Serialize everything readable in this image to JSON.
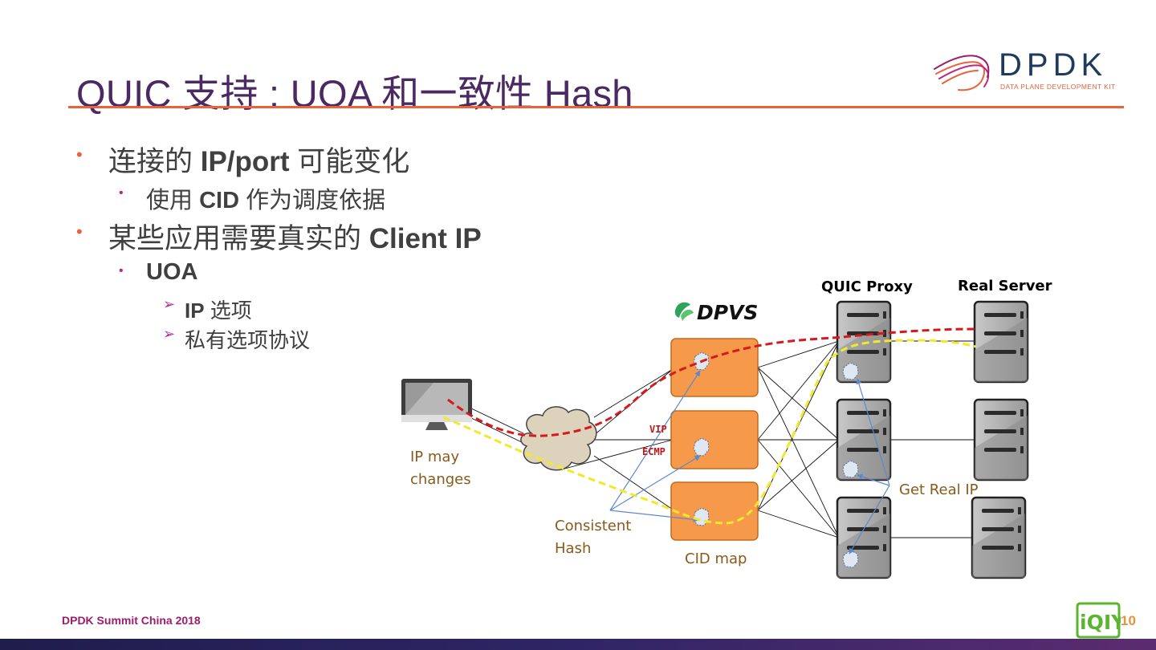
{
  "slide": {
    "title": "QUIC 支持 : UOA  和一致性 Hash",
    "bullets": {
      "b1_pre": "连接的 ",
      "b1_bold": "IP/port",
      "b1_post": " 可能变化",
      "b1a_pre": "使用 ",
      "b1a_bold": "CID",
      "b1a_post": " 作为调度依据",
      "b2_pre": "某些应用需要真实的 ",
      "b2_bold": "Client IP",
      "b2a_bold": "UOA",
      "b2a1_bold": "IP",
      "b2a1_post": " 选项",
      "b2a2": "私有选项协议"
    },
    "footer": "DPDK Summit China 2018",
    "page_number": "10"
  },
  "logo": {
    "name": "DPDK",
    "tagline": "DATA PLANE DEVELOPMENT KIT"
  },
  "diagram": {
    "dpvs_label": "DPVS",
    "col_quic_proxy": "QUIC Proxy",
    "col_real_server": "Real Server",
    "client_label_1": "IP may",
    "client_label_2": "changes",
    "vip_label": "VIP",
    "ecmp_label": "ECMP",
    "consistent_hash_1": "Consistent",
    "consistent_hash_2": "Hash",
    "cid_map": "CID map",
    "get_real_ip": "Get Real IP"
  },
  "colors": {
    "title": "#4b2a63",
    "accent_rule": "#e8623a",
    "dpvs_box": "#f7994a",
    "path_red": "#d7191c",
    "path_yellow": "#f2e82c",
    "label_brown": "#8a5a1a",
    "footer": "#9b1e6c"
  }
}
